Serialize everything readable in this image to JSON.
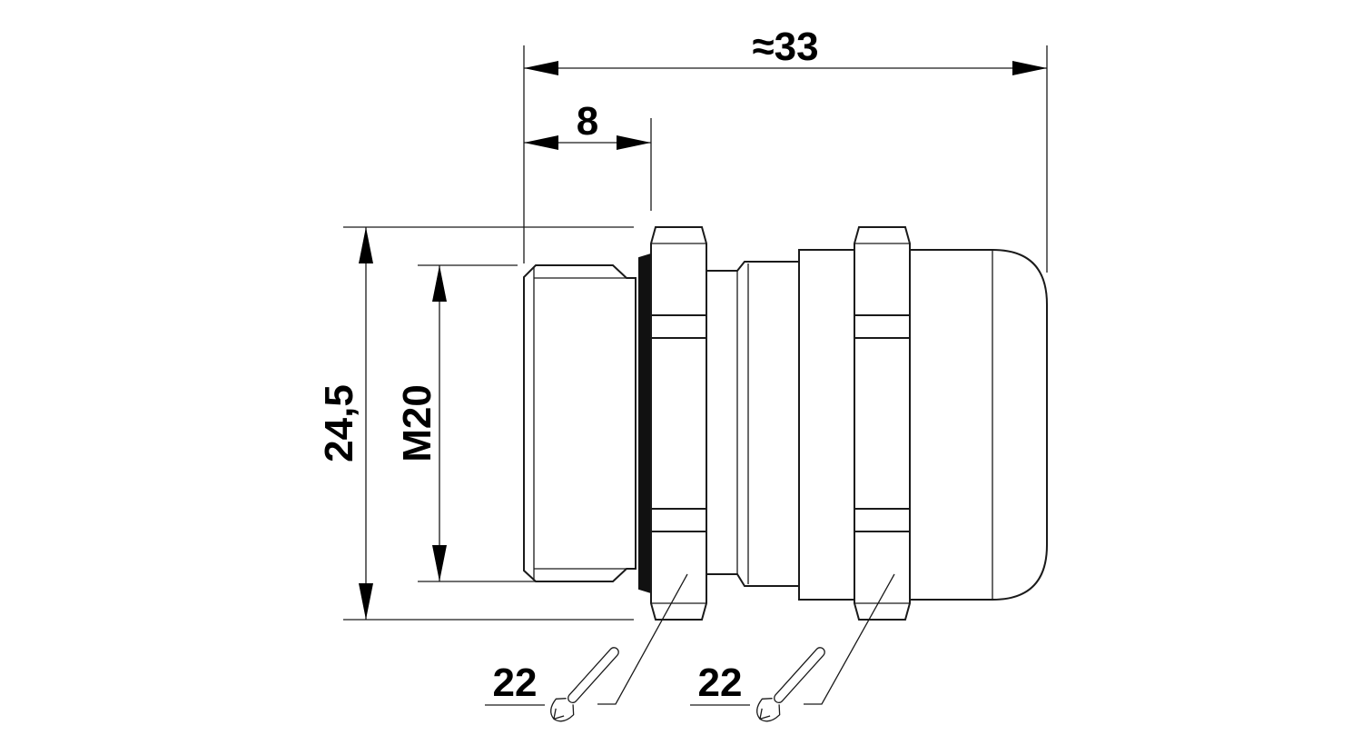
{
  "drawing": {
    "dimensions": {
      "overall_length": "≈33",
      "thread_length": "8",
      "hex_width": "24,5",
      "thread_size": "M20"
    },
    "wrench_sizes": [
      "22",
      "22"
    ],
    "icons": [
      "wrench-icon",
      "wrench-icon"
    ]
  }
}
